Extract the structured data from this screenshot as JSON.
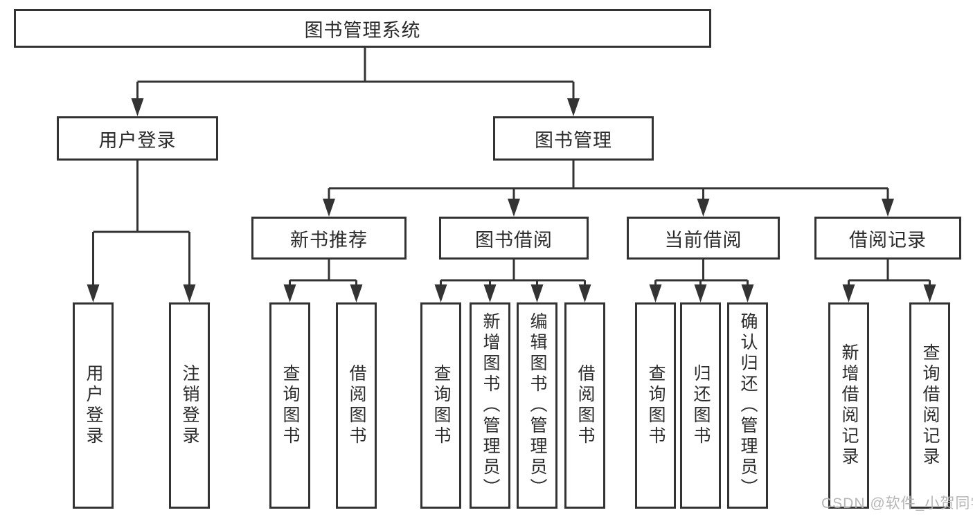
{
  "diagram": {
    "title": "图书管理系统",
    "nodes": {
      "root": "图书管理系统",
      "user_login": "用户登录",
      "book_mgmt": "图书管理",
      "new_book_rec": "新书推荐",
      "book_borrow": "图书借阅",
      "current_borrow": "当前借阅",
      "borrow_records": "借阅记录",
      "leaf_user_login": "用户登录",
      "leaf_logout": "注销登录",
      "leaf_nbr_query": "查询图书",
      "leaf_nbr_borrow": "借阅图书",
      "leaf_bb_query": "查询图书",
      "leaf_bb_add": "新增图书（管理员）",
      "leaf_bb_edit": "编辑图书（管理员）",
      "leaf_bb_borrow": "借阅图书",
      "leaf_cb_query": "查询图书",
      "leaf_cb_return": "归还图书",
      "leaf_cb_confirm": "确认归还（管理员）",
      "leaf_br_add": "新增借阅记录",
      "leaf_br_query": "查询借阅记录"
    },
    "colors": {
      "line": "#333333",
      "text": "#2b2b2b",
      "watermark": "#b3b3b3",
      "background": "#ffffff"
    }
  },
  "watermark": "CSDN @软件_小贺同学"
}
